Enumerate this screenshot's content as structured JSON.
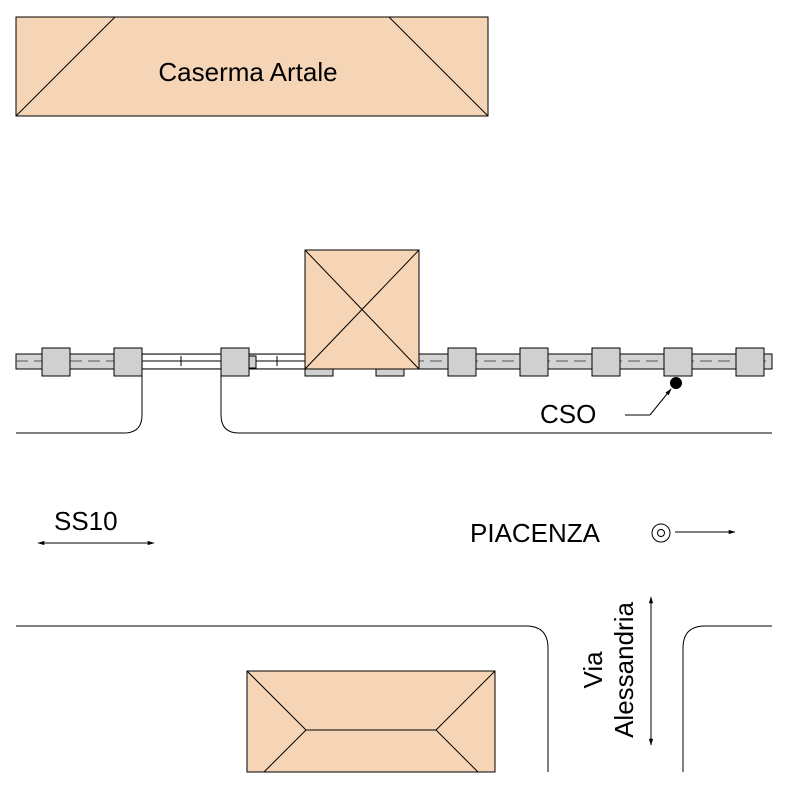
{
  "labels": {
    "barracks": "Caserma Artale",
    "cso": "CSO",
    "ss10": "SS10",
    "city": "PIACENZA",
    "street_line1": "Via",
    "street_line2": "Alessandria"
  },
  "colors": {
    "building_fill": "#f5d5b5",
    "pipe_fill": "#d3d3d3",
    "manhole_fill": "#d0d0d0",
    "line": "#000000"
  },
  "icons": {
    "direction_marker": "concentric-circle-icon",
    "cso_point": "filled-dot-icon"
  }
}
